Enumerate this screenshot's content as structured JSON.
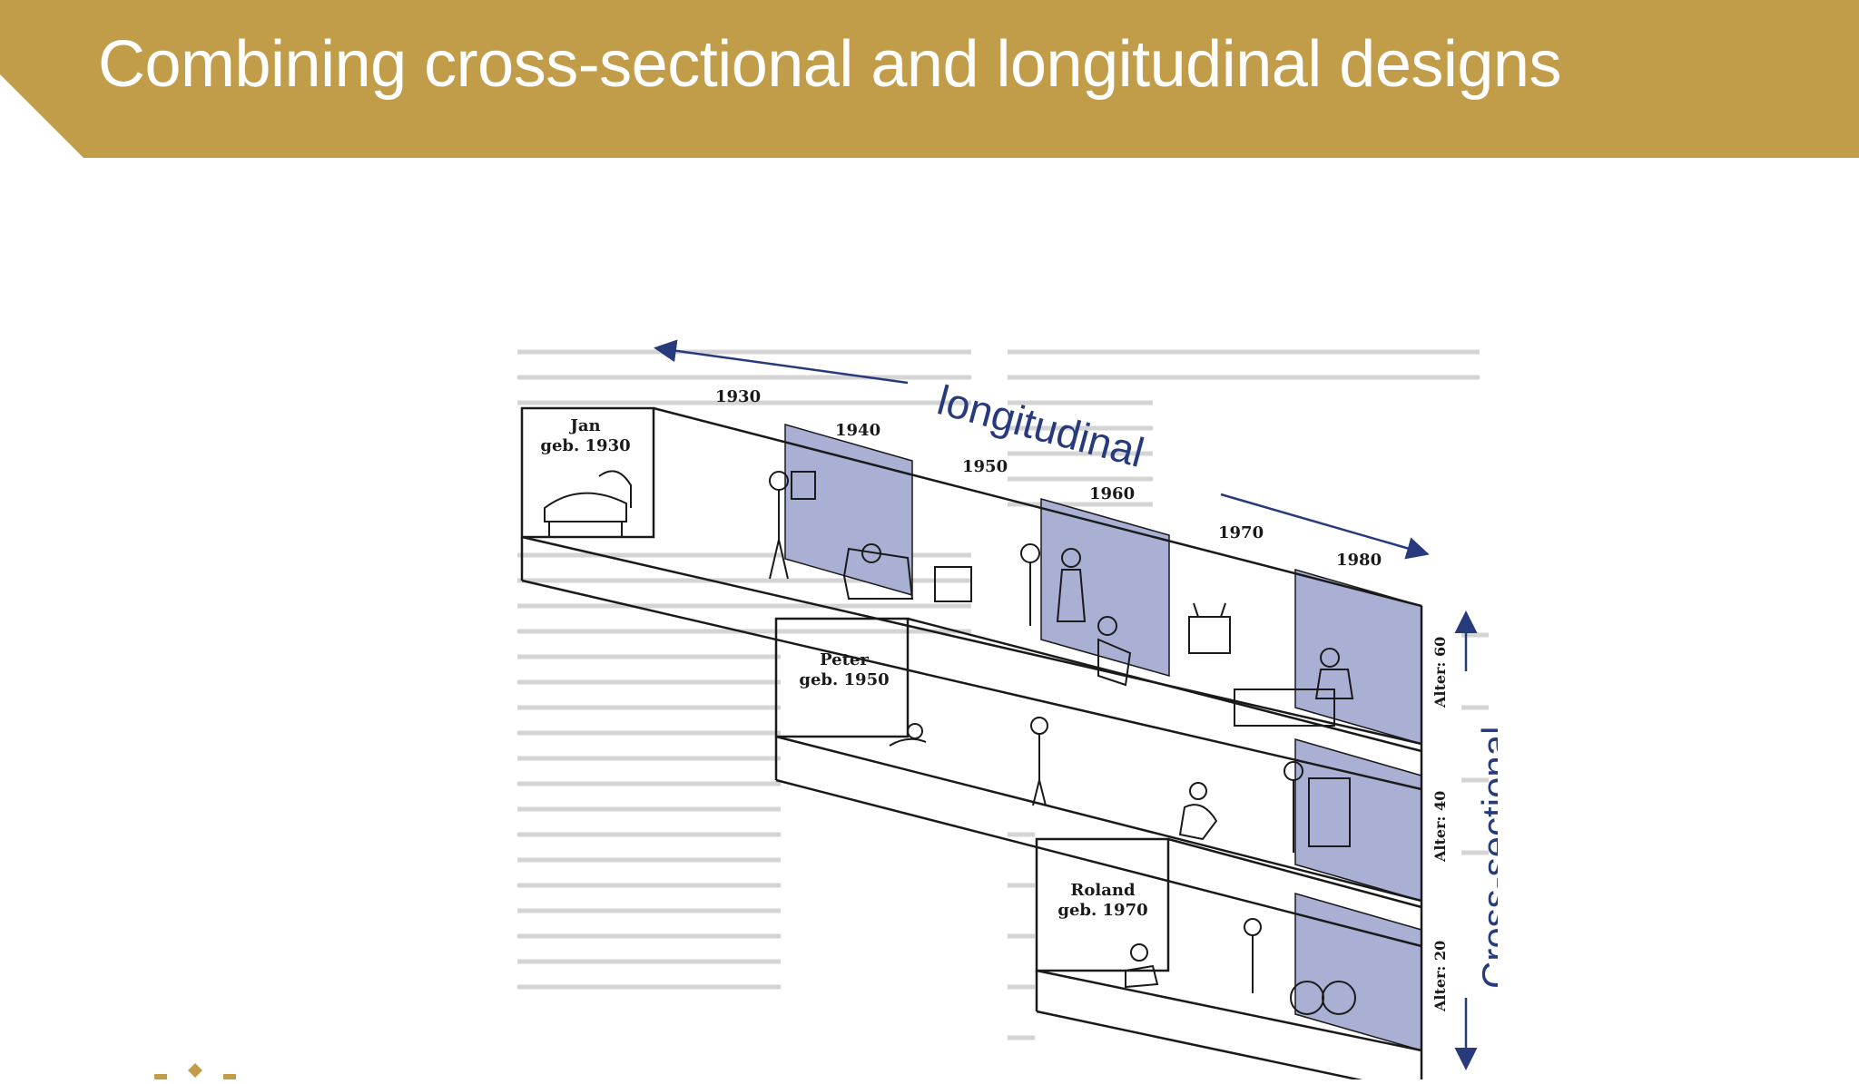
{
  "slide": {
    "title": "Combining cross-sectional and longitudinal designs"
  },
  "colors": {
    "banner": "#c19d4a",
    "accent_blue": "#273a7c",
    "panel_shade": "#a9b0d4"
  },
  "diagram": {
    "years": [
      "1930",
      "1940",
      "1950",
      "1960",
      "1970",
      "1980"
    ],
    "longitudinal_label": "longitudinal",
    "cross_sectional_label": "Cross-sectional",
    "persons": [
      {
        "name": "Jan",
        "born": "geb. 1930"
      },
      {
        "name": "Peter",
        "born": "geb. 1950"
      },
      {
        "name": "Roland",
        "born": "geb. 1970"
      }
    ],
    "ages": [
      "Alter: 60",
      "Alter: 40",
      "Alter: 20"
    ]
  }
}
